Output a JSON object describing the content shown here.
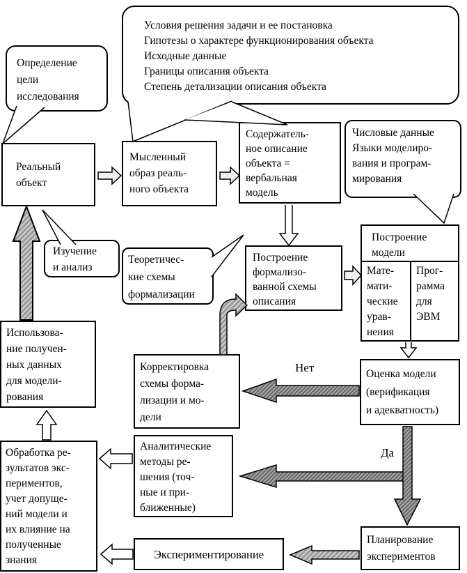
{
  "diagram": {
    "bubbles": {
      "goal": "Определение\nцели\nисследования",
      "conditions": "Условия решения задачи и ее постановка\nГипотезы о характере функционирования объекта\nИсходные данные\nГраницы описания объекта\nСтепень детализации описания объекта",
      "numeric": "Числовые данные\nЯзыки моделиро-\nвания и програм-\nмирования",
      "study": "Изучение\nи анализ",
      "theory": "Теоретичес-\nкие схемы\nформализации"
    },
    "nodes": {
      "real_object": "Реальный\nобъект",
      "mental_image": "Мысленный\nобраз реаль-\nного объекта",
      "verbal_model": "Содержатель-\nное описание\nобъекта =\nвербальная\nмодель",
      "formal_scheme": "Построение\nформализо-\nванной схемы\nописания",
      "model_building": "Построение\nмодели",
      "math_equations": "Мате-\nмати-\nческие\nурав-\nнения",
      "computer_program": "Прог-\nрамма\nдля\nЭВМ",
      "model_evaluation": "Оценка модели\n(верификация\nи адекватность)",
      "correction": "Корректировка\nсхемы форма-\nлизации и мо-\nдели",
      "data_usage": "Использова-\nние получен-\nных данных\nдля модели-\nрования",
      "results_processing": "Обработка ре-\nзультатов экс-\nпериментов,\nучет допуще-\nний модели и\nих влияние на\nполученные\nзнания",
      "analytic_methods": "Аналитические\nметоды ре-\nшения (точ-\nные и при-\nближенные)",
      "experiment_planning": "Планирование\nэкспериментов",
      "experimenting": "Экспериментирование"
    },
    "labels": {
      "no": "Нет",
      "yes": "Да"
    },
    "colors": {
      "background": "#ffffff",
      "line": "#000000",
      "arrow_gray": "#9b9b9b",
      "arrow_dark": "#6f6f6f"
    }
  }
}
